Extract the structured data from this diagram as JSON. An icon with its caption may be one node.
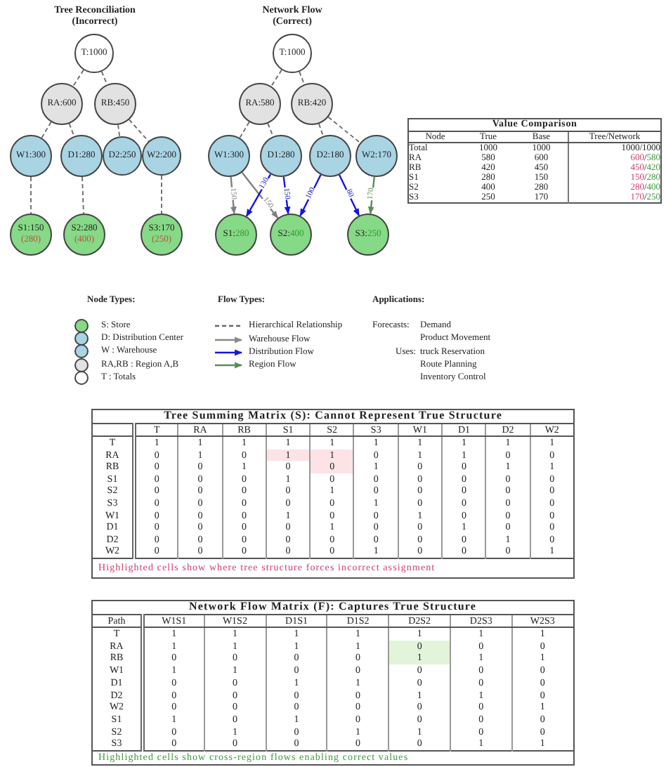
{
  "diagram": {
    "nodes": [
      {
        "text": [
          "T:1000"
        ]
      },
      {
        "text": [
          "RA:600"
        ]
      },
      {
        "text": [
          "RB:450"
        ]
      },
      {
        "text": [
          "W1:300"
        ]
      },
      {
        "text": [
          "D1:280"
        ]
      },
      {
        "text": [
          "D2:250"
        ]
      },
      {
        "text": [
          "W2:200"
        ]
      },
      {
        "text": [
          "S1:150",
          "(280)"
        ]
      },
      {
        "text": [
          "S2:280",
          "(400)"
        ]
      },
      {
        "text": [
          "S3:170",
          "(250)"
        ]
      },
      {
        "text": [
          "T:1000"
        ]
      },
      {
        "text": [
          "RA:580"
        ]
      },
      {
        "text": [
          "RB:420"
        ]
      },
      {
        "text": [
          "W1:300"
        ]
      },
      {
        "text": [
          "D1:280"
        ]
      },
      {
        "text": [
          "D2:180"
        ]
      },
      {
        "text": [
          "W2:170"
        ]
      },
      {
        "text": [
          "S1:",
          "280"
        ]
      },
      {
        "text": [
          "S2:",
          "400"
        ]
      },
      {
        "text": [
          "S3:",
          "250"
        ]
      }
    ],
    "edges": [
      {
        "from": 0,
        "to": 1,
        "arrow": "none",
        "style": "dashed"
      },
      {
        "from": 0,
        "to": 2,
        "arrow": "none",
        "style": "dashed"
      },
      {
        "from": 1,
        "to": 3,
        "arrow": "none",
        "style": "dashed"
      },
      {
        "from": 1,
        "to": 4,
        "arrow": "none",
        "style": "dashed"
      },
      {
        "from": 2,
        "to": 5,
        "arrow": "none",
        "style": "dashed"
      },
      {
        "from": 2,
        "to": 6,
        "arrow": "none",
        "style": "dashed"
      },
      {
        "from": 3,
        "to": 7,
        "arrow": "none",
        "style": "dashed"
      },
      {
        "from": 4,
        "to": 8,
        "arrow": "none",
        "style": "dashed"
      },
      {
        "from": 6,
        "to": 9,
        "arrow": "none",
        "style": "dashed"
      },
      {
        "from": 10,
        "to": 11,
        "arrow": "none",
        "style": "dashed"
      },
      {
        "from": 10,
        "to": 12,
        "arrow": "none",
        "style": "dashed"
      },
      {
        "from": 11,
        "to": 13,
        "arrow": "none",
        "style": "dashed"
      },
      {
        "from": 11,
        "to": 14,
        "arrow": "none",
        "style": "dashed"
      },
      {
        "from": 12,
        "to": 15,
        "arrow": "none",
        "style": "dashed"
      },
      {
        "from": 12,
        "to": 16,
        "arrow": "none",
        "style": "dashed"
      },
      {
        "from": 13,
        "to": 17,
        "arrow": "to",
        "label": "150",
        "color": "#808080"
      },
      {
        "from": 13,
        "to": 18,
        "arrow": "to",
        "label": "150",
        "color": "#808080"
      },
      {
        "from": 14,
        "to": 17,
        "arrow": "to",
        "label": "130",
        "color": "#1515e0"
      },
      {
        "from": 14,
        "to": 18,
        "arrow": "to",
        "label": "150",
        "color": "#1515e0"
      },
      {
        "from": 15,
        "to": 18,
        "arrow": "to",
        "label": "100",
        "color": "#1515e0"
      },
      {
        "from": 15,
        "to": 19,
        "arrow": "to",
        "label": "80",
        "color": "#1515e0"
      },
      {
        "from": 16,
        "to": 19,
        "arrow": "to",
        "label": "170",
        "color": "#5b8c5a"
      }
    ],
    "labels": [
      "Tree Reconciliation (Incorrect)",
      "Network Flow (Correct)",
      "Value Comparison",
      "Node",
      "True",
      "Base",
      "Tree/Network",
      "Total",
      "1000",
      "1000",
      "1000/1000",
      "RA",
      "580",
      "600",
      "600/580",
      "RB",
      "420",
      "450",
      "450/420",
      "S1",
      "280",
      "150",
      "150/280",
      "S2",
      "400",
      "280",
      "280/400",
      "S3",
      "250",
      "170",
      "170/250",
      "Node Types:",
      "Flow Types:",
      "Applications:",
      "Forecasts:",
      "Demand",
      "Product Movement",
      "Uses:",
      "truck Reservation",
      "Route Planning",
      "Inventory Control",
      "Tree Summing Matrix (S): Cannot Represent True Structure",
      "T",
      "RA",
      "RB",
      "S1",
      "S2",
      "S3",
      "W1",
      "D1",
      "D2",
      "W2",
      "T",
      "1",
      "1",
      "1",
      "1",
      "1",
      "1",
      "1",
      "1",
      "1",
      "1",
      "RA",
      "0",
      "1",
      "0",
      "1",
      "1",
      "0",
      "1",
      "1",
      "0",
      "0",
      "RB",
      "0",
      "0",
      "1",
      "0",
      "0",
      "1",
      "0",
      "0",
      "1",
      "1",
      "S1",
      "0",
      "0",
      "0",
      "1",
      "0",
      "0",
      "0",
      "0",
      "0",
      "0",
      "S2",
      "0",
      "0",
      "0",
      "0",
      "1",
      "0",
      "0",
      "0",
      "0",
      "0",
      "S3",
      "0",
      "0",
      "0",
      "0",
      "0",
      "1",
      "0",
      "0",
      "0",
      "0",
      "W1",
      "0",
      "0",
      "0",
      "1",
      "0",
      "0",
      "1",
      "0",
      "0",
      "0",
      "D1",
      "0",
      "0",
      "0",
      "0",
      "1",
      "0",
      "0",
      "1",
      "0",
      "0",
      "D2",
      "0",
      "0",
      "0",
      "0",
      "0",
      "0",
      "0",
      "0",
      "1",
      "0",
      "W2",
      "0",
      "0",
      "0",
      "0",
      "0",
      "1",
      "0",
      "0",
      "0",
      "1",
      "Highlighted cells show where tree structure forces incorrect assignment",
      "Network Flow Matrix (F): Captures True Structure",
      "Path",
      "W1S1",
      "W1S2",
      "D1S1",
      "D1S2",
      "D2S2",
      "D2S3",
      "W2S3",
      "T",
      "1",
      "1",
      "1",
      "1",
      "1",
      "1",
      "1",
      "RA",
      "1",
      "1",
      "1",
      "1",
      "0",
      "0",
      "0",
      "RB",
      "0",
      "0",
      "0",
      "0",
      "1",
      "1",
      "1",
      "W1",
      "1",
      "1",
      "0",
      "0",
      "0",
      "0",
      "0",
      "D1",
      "0",
      "0",
      "1",
      "1",
      "0",
      "0",
      "0",
      "D2",
      "0",
      "0",
      "0",
      "0",
      "1",
      "1",
      "0",
      "W2",
      "0",
      "0",
      "0",
      "0",
      "0",
      "0",
      "1",
      "S1",
      "1",
      "0",
      "1",
      "0",
      "0",
      "0",
      "0",
      "S2",
      "0",
      "1",
      "0",
      "1",
      "1",
      "0",
      "0",
      "S3",
      "0",
      "0",
      "0",
      "0",
      "0",
      "1",
      "1",
      "Highlighted cells show cross-region flows enabling correct values"
    ],
    "legend": [
      {
        "text": "S: Store",
        "color": "#86d986"
      },
      {
        "text": "D: Distribution Center",
        "color": "#a8d4e4"
      },
      {
        "text": "W : Warehouse",
        "color": "#a8d4e4"
      },
      {
        "text": "RA,RB : Region A,B",
        "color": "#e2e2e2"
      },
      {
        "text": "T : Totals",
        "color": "#ffffff"
      },
      {
        "text": "Hierarchical Relationship"
      },
      {
        "text": "Warehouse Flow"
      },
      {
        "text": "Distribution Flow"
      },
      {
        "text": "Region Flow"
      }
    ]
  }
}
